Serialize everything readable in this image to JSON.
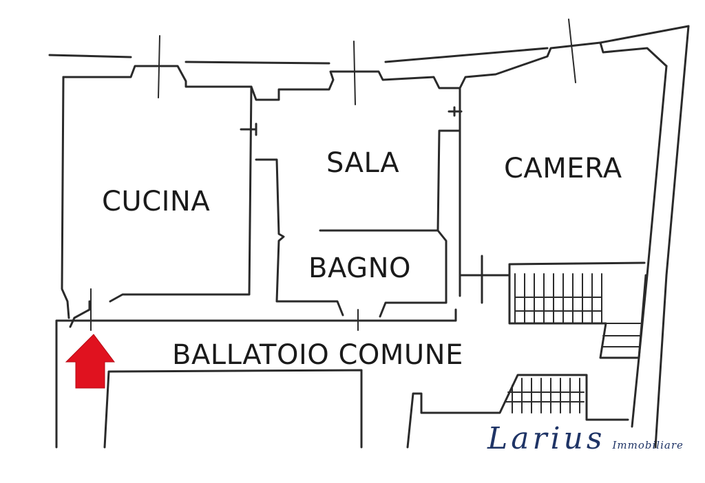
{
  "rooms": {
    "cucina": "CUCINA",
    "sala": "SALA",
    "camera": "CAMERA",
    "bagno": "BAGNO",
    "ballatoio": "BALLATOIO COMUNE"
  },
  "brand": {
    "name": "Larius",
    "sub": "Immobiliare"
  },
  "colors": {
    "walls": "#2a2a2a",
    "entrance_arrow": "#e0121f",
    "brand": "#1f3466"
  },
  "icons": {
    "entrance": "entrance-arrow-icon"
  }
}
